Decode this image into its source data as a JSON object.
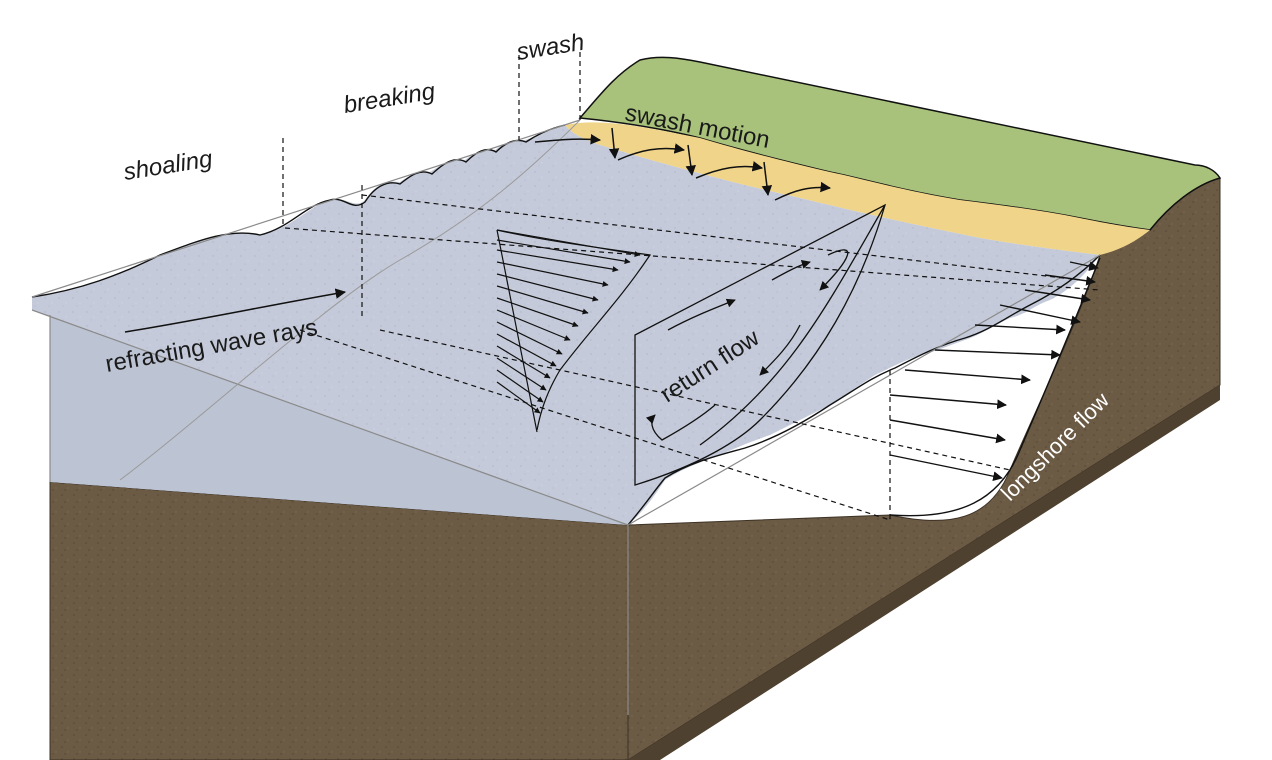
{
  "labels": {
    "shoaling": "shoaling",
    "breaking": "breaking",
    "swash": "swash",
    "swash_motion": "swash motion",
    "refracting_wave_rays": "refracting wave rays",
    "return_flow": "return flow",
    "longshore_flow": "longshore flow"
  },
  "colors": {
    "water": "#c4cad9",
    "water_dark": "#b3bacb",
    "sediment": "#6b5a44",
    "sediment_dark": "#4f412f",
    "sand": "#f0d48a",
    "grass": "#a9c27b",
    "line": "#111111",
    "box_edge": "#8a8a8a"
  }
}
